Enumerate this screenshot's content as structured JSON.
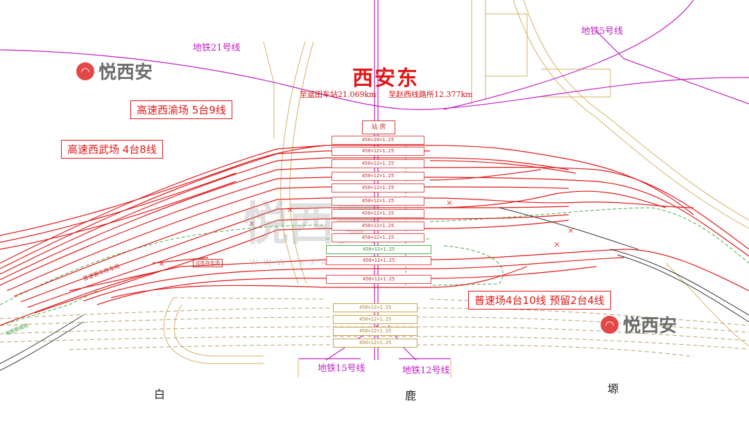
{
  "title": "西安东",
  "distances": {
    "left": "至蓝田车站21.069km",
    "right": "至赵西线路所12.377km"
  },
  "metro_lines": {
    "line21": "地铁21号线",
    "line5": "地铁5号线",
    "line15": "地铁15号线",
    "line12": "地铁12号线"
  },
  "yards": {
    "high_speed_xiyu": "高速西渝场  5台9线",
    "high_speed_xiwu": "高速西武场  4台8线",
    "conventional": "普速场4台10线  预留2台4线"
  },
  "station_house": "站 房",
  "platforms_top": [
    "450×20×1.25",
    "450×12×1.25",
    "450×12×1.25",
    "450×12×1.25",
    "450×12×1.25"
  ],
  "platforms_mid": [
    "450×12×1.25",
    "450×12×1.25",
    "450×12×1.25",
    "450×12×1.25"
  ],
  "platforms_conv": [
    "450×12×1.25",
    "450×12×1.25",
    "450×12×1.25"
  ],
  "platforms_reserved": [
    "450×12×1.25",
    "450×12×1.25",
    "450×12×1.25",
    "450×12×1.25"
  ],
  "places": {
    "left": "白",
    "center": "鹿",
    "right": "塬"
  },
  "small_labels": {
    "depot": "普速客车存车场",
    "depot2": "动车存车场",
    "branch": "地铁联络线"
  },
  "logo": {
    "text": "悦西安",
    "mark_icon": "mountain-wave-icon"
  },
  "watermark": {
    "text": "悦西安",
    "url": "W W W . X X A . C O M"
  },
  "colors": {
    "track": "#e01818",
    "metro": "#c020c0",
    "road": "#d4b060",
    "green": "#40b040",
    "dark": "#333333"
  }
}
